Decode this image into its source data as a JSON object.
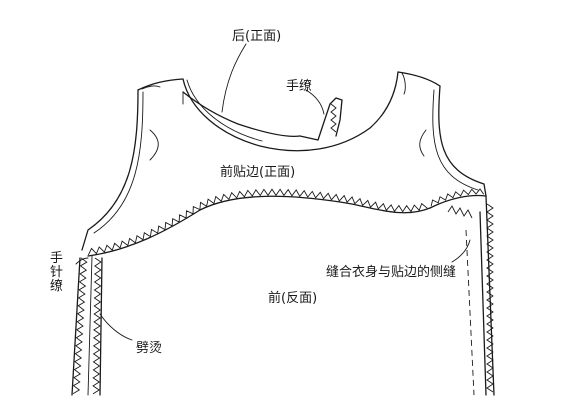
{
  "labels": {
    "back_right_side": "后(正面)",
    "hand_stitch_top": "手缭",
    "front_facing_right_side": "前贴边(正面)",
    "hand_stitch_left_line1": "手",
    "hand_stitch_left_line2": "针",
    "hand_stitch_left_line3": "缭",
    "front_wrong_side": "前(反面)",
    "press_open": "劈烫",
    "side_seam": "缝合衣身与贴边的侧缝"
  }
}
